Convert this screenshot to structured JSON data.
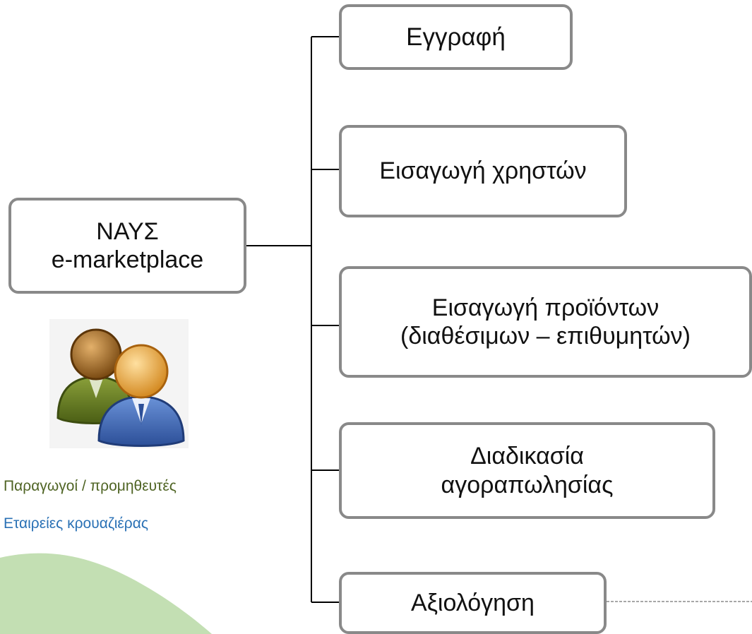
{
  "diagram": {
    "root": {
      "label": "ΝΑΥΣ\ne-marketplace"
    },
    "steps": [
      {
        "label": "Εγγραφή"
      },
      {
        "label": "Εισαγωγή χρηστών"
      },
      {
        "label": "Εισαγωγή προϊόντων\n(διαθέσιμων – επιθυμητών)"
      },
      {
        "label": "Διαδικασία\nαγοραπωλησίας"
      },
      {
        "label": "Αξιολόγηση"
      }
    ]
  },
  "legend": {
    "producers": "Παραγωγοί / προμηθευτές",
    "cruise_companies": "Εταιρείες κρουαζιέρας"
  },
  "icons": {
    "users": "users-icon"
  },
  "colors": {
    "box_border": "#898989",
    "producers_text": "#4f6424",
    "cruise_text": "#2a71b5",
    "wave": "#b9d9a6"
  }
}
